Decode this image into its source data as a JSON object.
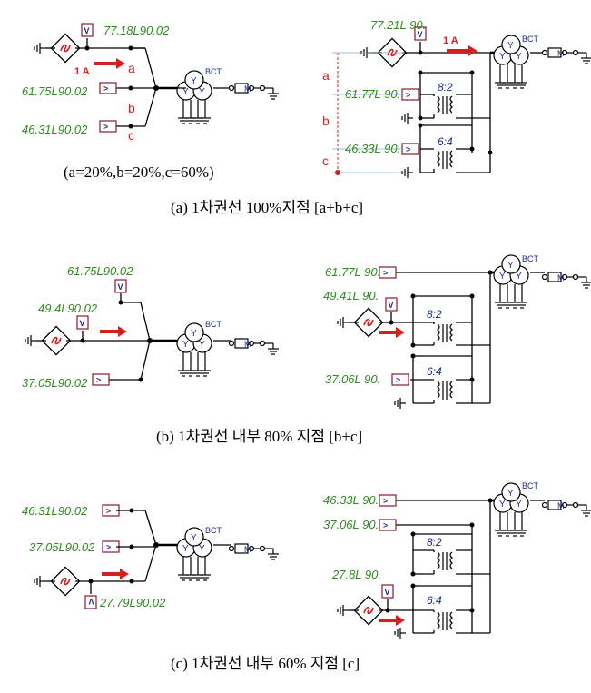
{
  "captions": {
    "a": "(a)  1차권선  100%지점  [a+b+c]",
    "b": "(b)  1차권선  내부  80%  지점  [b+c]",
    "c": "(c)  1차권선  내부  60%  지점  [c]"
  },
  "ratio_note": "(a=20%,b=20%,c=60%)",
  "labels": {
    "current": "1  A",
    "seg_a": "a",
    "seg_b": "b",
    "seg_c": "c",
    "bct": "BCT",
    "m": "M",
    "ratio_82": "8:2",
    "ratio_64": "6:4"
  },
  "panel_a": {
    "left": [
      "77.18L90.02",
      "61.75L90.02",
      "46.31L90.02"
    ],
    "right": [
      "77.21L  90.",
      "61.77L  90.",
      "46.33L  90."
    ]
  },
  "panel_b": {
    "left": [
      "61.75L90.02",
      "49.4L90.02",
      "37.05L90.02"
    ],
    "right": [
      "61.77L  90.",
      "49.41L  90.",
      "37.06L  90."
    ]
  },
  "panel_c": {
    "left": [
      "46.31L90.02",
      "37.05L90.02",
      "27.79L90.02"
    ],
    "right": [
      "46.33L  90.",
      "37.06L  90.",
      "27.8L  90."
    ]
  },
  "colors": {
    "measure": "#2e8b1e",
    "label": "#d42020",
    "bct": "#1a2b8a"
  }
}
